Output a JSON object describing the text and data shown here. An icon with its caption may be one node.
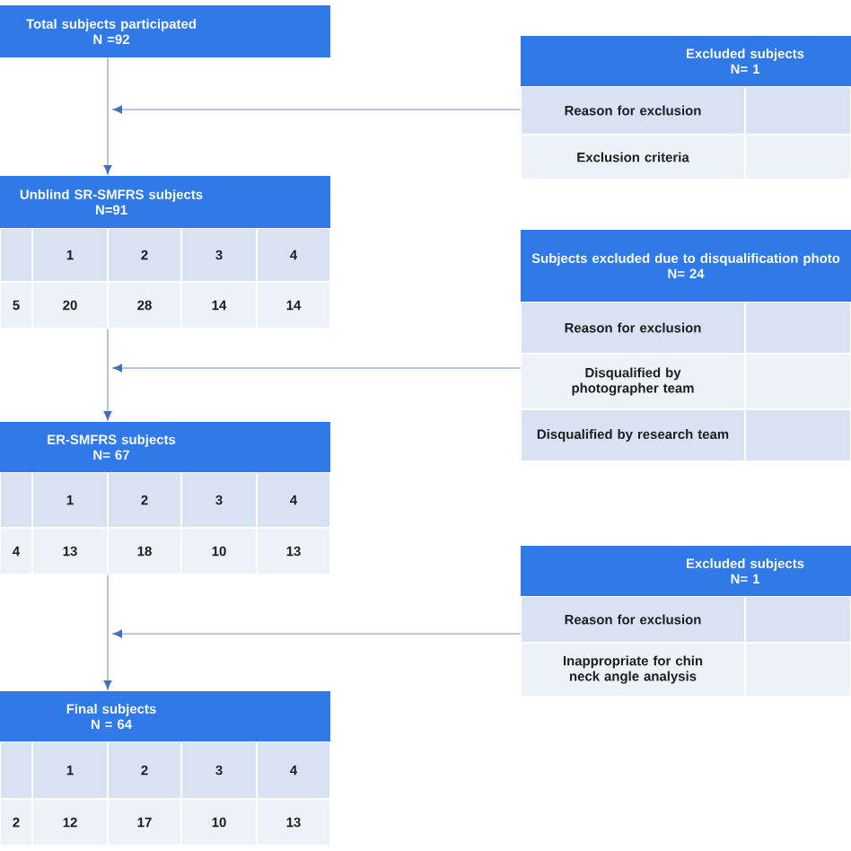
{
  "diagram": {
    "nodes": [
      {
        "text": [
          "Total subjects participated",
          "N =92"
        ]
      },
      {
        "text": [
          "Unblind SR-SMFRS subjects",
          "N=91"
        ]
      },
      {
        "text": [
          "ER-SMFRS subjects",
          "N= 67"
        ]
      },
      {
        "text": [
          "Final subjects",
          "N = 64"
        ]
      },
      {
        "text": [
          "Excluded subjects",
          "N= 1"
        ]
      },
      {
        "text": [
          "Subjects excluded due to disqualification photo",
          "N= 24"
        ]
      },
      {
        "text": [
          "Excluded subjects",
          "N= 1"
        ]
      }
    ],
    "edges": [
      {
        "from": 0,
        "to": 1,
        "arrow": "to"
      },
      {
        "from": 1,
        "to": 2,
        "arrow": "to"
      },
      {
        "from": 2,
        "to": 3,
        "arrow": "to"
      },
      {
        "from": 4,
        "to": null,
        "arrow": "to"
      },
      {
        "from": 5,
        "to": null,
        "arrow": "to"
      },
      {
        "from": 6,
        "to": null,
        "arrow": "to"
      }
    ],
    "labels": [
      "1",
      "2",
      "3",
      "4",
      "5",
      "20",
      "28",
      "14",
      "14",
      "1",
      "2",
      "3",
      "4",
      "4",
      "13",
      "18",
      "10",
      "13",
      "1",
      "2",
      "3",
      "4",
      "2",
      "12",
      "17",
      "10",
      "13",
      "Reason for exclusion",
      "Exclusion criteria",
      "Reason for exclusion",
      "Disqualified by photographer team",
      "Disqualified by research team",
      "Reason for exclusion",
      "Inappropriate for chin neck angle analysis"
    ]
  }
}
